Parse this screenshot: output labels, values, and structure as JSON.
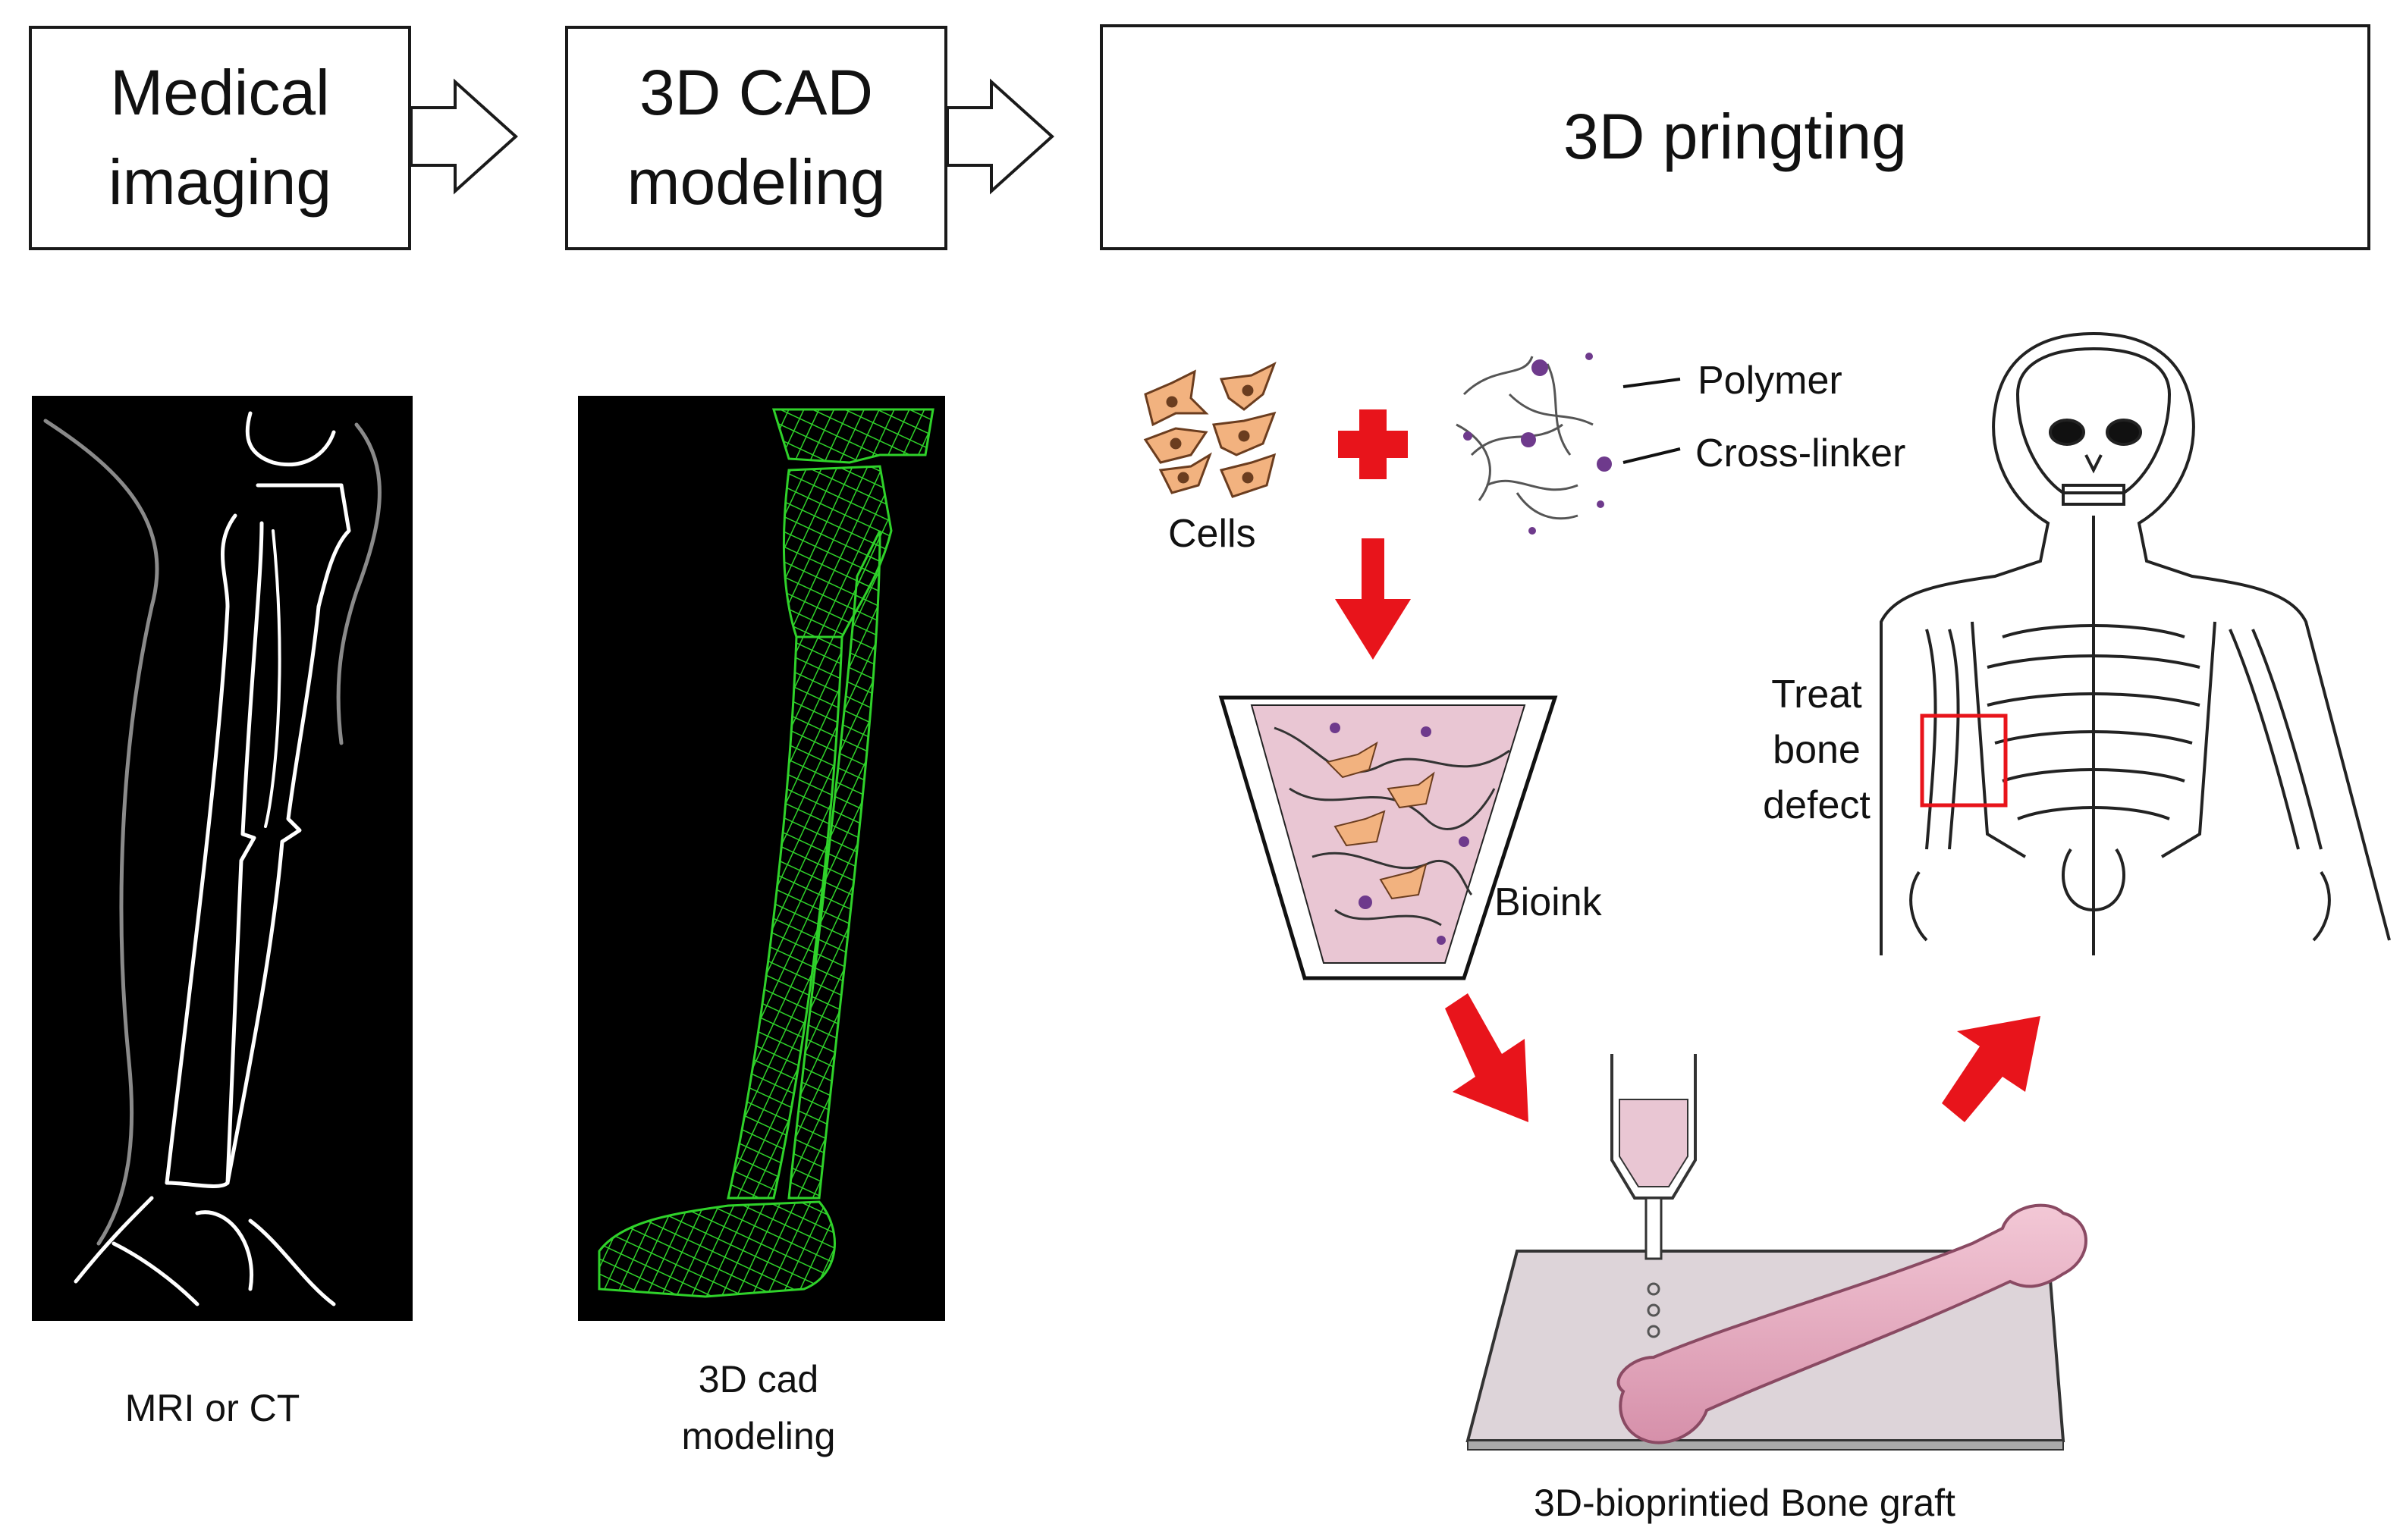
{
  "steps": [
    {
      "label": "Medical\nimaging"
    },
    {
      "label": "3D CAD\nmodeling"
    },
    {
      "label": "3D pringting"
    }
  ],
  "captions": {
    "mri": "MRI or CT",
    "cad": "3D cad\nmodeling",
    "graft": "3D-bioprintied Bone graft"
  },
  "labels": {
    "cells": "Cells",
    "polymer": "Polymer",
    "crosslinker": "Cross-linker",
    "bioink": "Bioink",
    "treat": "Treat\nbone\ndefect"
  },
  "colors": {
    "accent_red": "#e8141b",
    "mesh_green": "#2fd22a",
    "cell_orange": "#f2b27f",
    "bioink_pink": "#e9c6d3",
    "bone_pink": "#e8aec2",
    "dot_purple": "#6e3a8c"
  }
}
